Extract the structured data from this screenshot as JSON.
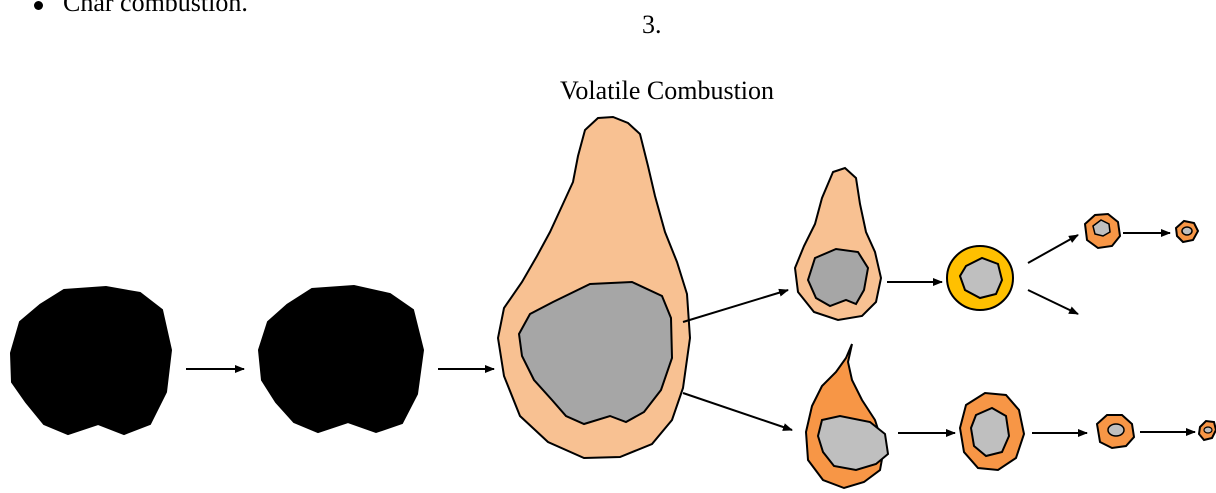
{
  "document": {
    "bullet_item": "Char combustion.",
    "step_number": "3."
  },
  "diagram": {
    "stage_label": "Volatile Combustion",
    "colors": {
      "coal_particle": "#000000",
      "volatile_flame": "#F8C192",
      "char_core": "#A6A6A6",
      "char_core_light": "#BFBFBF",
      "burning_char": "#F79646",
      "hot_ring": "#FFC000"
    }
  }
}
